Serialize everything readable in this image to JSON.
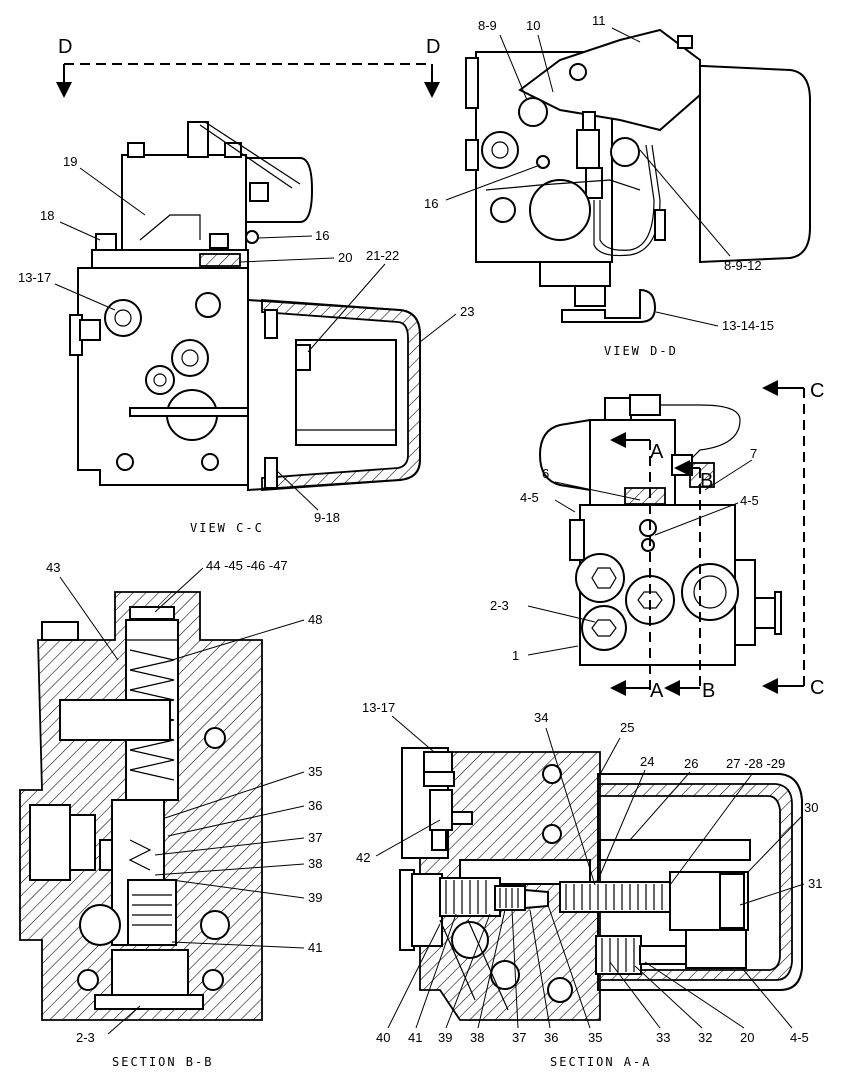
{
  "views": {
    "view_cc": {
      "caption": "VIEW  C-C",
      "labels": [
        "19",
        "18",
        "16",
        "20",
        "13-17",
        "21-22",
        "23",
        "9-18"
      ],
      "cut": "D"
    },
    "view_dd": {
      "caption": "VIEW  D-D",
      "labels": [
        "8-9",
        "10",
        "11",
        "16",
        "8-9-12",
        "13-14-15"
      ]
    },
    "main_view": {
      "labels": [
        "7",
        "6",
        "4-5",
        "4-5",
        "2-3",
        "1"
      ],
      "section_a": "A",
      "section_b": "B",
      "section_c": "C"
    },
    "section_bb": {
      "caption": "SECTION  B-B",
      "labels": [
        "43",
        "44 -45 -46 -47",
        "48",
        "35",
        "36",
        "37",
        "38",
        "39",
        "41",
        "2-3"
      ]
    },
    "section_aa": {
      "caption": "SECTION  A-A",
      "labels": [
        "13-17",
        "34",
        "25",
        "24",
        "26",
        "27 -28 -29",
        "30",
        "31",
        "42",
        "40",
        "41",
        "39",
        "38",
        "37",
        "36",
        "35",
        "33",
        "32",
        "20",
        "4-5"
      ]
    }
  }
}
